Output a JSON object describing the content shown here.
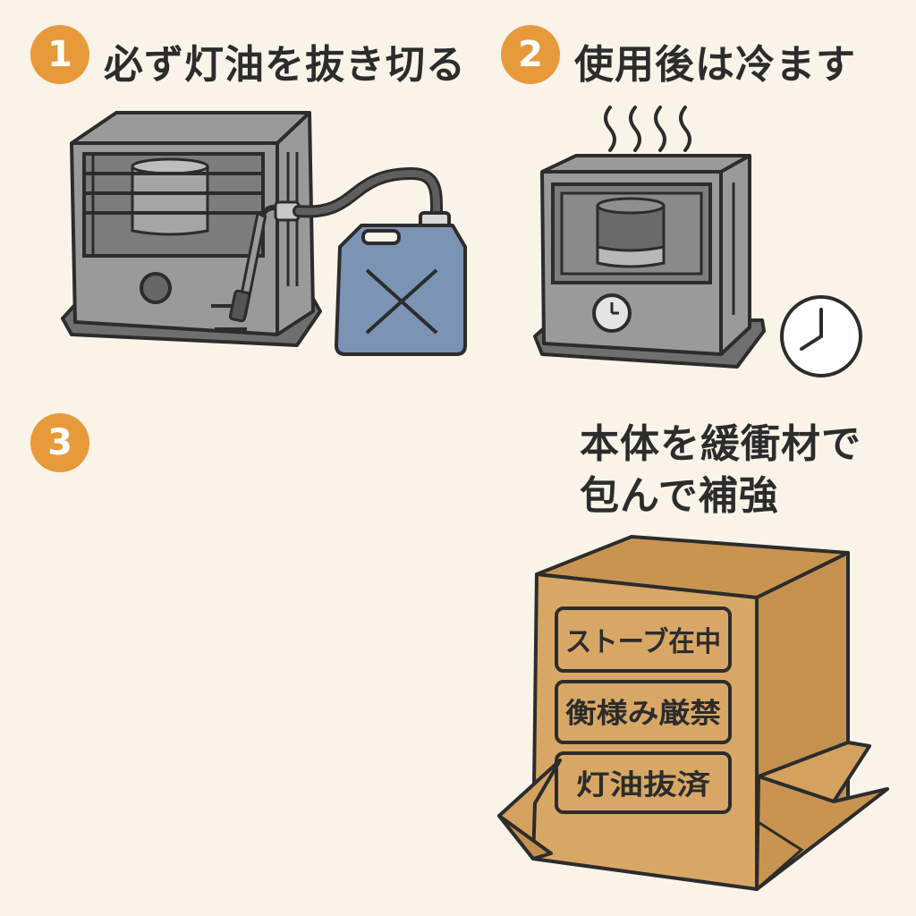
{
  "steps": [
    {
      "number": "1",
      "title": "必ず灯油を抜き切る"
    },
    {
      "number": "2",
      "title": "使用後は冷ます"
    },
    {
      "number": "3",
      "title": ""
    }
  ],
  "step3": {
    "caption_line1": "本体を緩衝材で",
    "caption_line2": "包んで補強",
    "box_labels": [
      "ストーブ在中",
      "衡様み厳禁",
      "灯油抜済"
    ]
  },
  "icons": {
    "heater_with_pump": "kerosene-heater-siphon-icon",
    "tank": "kerosene-tank-crossed-icon",
    "heater_cooling": "heater-cooling-icon",
    "clock": "clock-icon",
    "box": "cardboard-box-icon"
  },
  "colors": {
    "background": "#faf3e8",
    "badge": "#e79a3a",
    "heater_body": "#8c8c8c",
    "tank": "#7b93b4",
    "box": "#d9a765"
  }
}
